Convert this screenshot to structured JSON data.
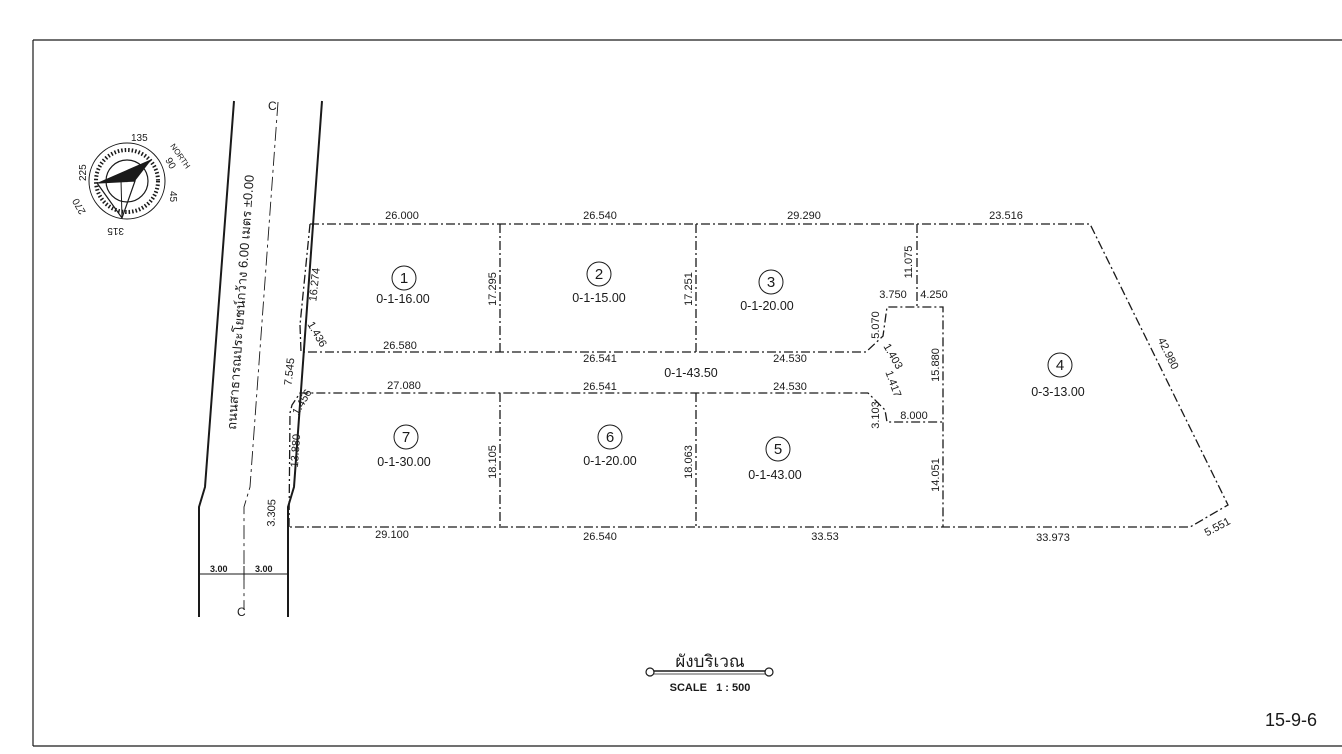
{
  "road_label": "ถนนสาธารณประโยชน์กว้าง 6.00 เมตร ±0.00",
  "centerline_top": "C",
  "centerline_bottom": "C",
  "road_half_left": "3.00",
  "road_half_right": "3.00",
  "compass": {
    "north": "NORTH",
    "d135": "135",
    "d90": "90",
    "d45": "45",
    "d225": "225",
    "d270": "270",
    "d315": "315"
  },
  "plots": [
    {
      "num": "1",
      "area": "0-1-16.00"
    },
    {
      "num": "2",
      "area": "0-1-15.00"
    },
    {
      "num": "3",
      "area": "0-1-20.00"
    },
    {
      "num": "4",
      "area": "0-3-13.00"
    },
    {
      "num": "5",
      "area": "0-1-43.00"
    },
    {
      "num": "6",
      "area": "0-1-20.00"
    },
    {
      "num": "7",
      "area": "0-1-30.00"
    }
  ],
  "access_road_area": "0-1-43.50",
  "dims": {
    "top_1": "26.000",
    "top_2": "26.540",
    "top_3": "29.290",
    "top_4": "23.516",
    "mid_upper_1": "26.580",
    "mid_upper_2": "26.541",
    "mid_upper_3": "24.530",
    "mid_lower_1": "27.080",
    "mid_lower_2": "26.541",
    "mid_lower_3": "24.530",
    "bottom_1": "29.100",
    "bottom_2": "26.540",
    "bottom_3": "33.53",
    "bottom_4": "33.973",
    "west_upper": "16.274",
    "west_chamfer_upper": "1.436",
    "west_access": "7.545",
    "west_chamfer_lower": "1.456",
    "west_lower": "13.880",
    "west_bottom": "3.305",
    "div_1_2": "17.295",
    "div_2_3": "17.251",
    "div_6_7": "18.105",
    "div_5_6": "18.063",
    "p3_east": "11.075",
    "step_left": "3.750",
    "step_right": "4.250",
    "notch_upper": "5.070",
    "chamfer_a": "1.403",
    "chamfer_b": "1.417",
    "notch_lower": "3.103",
    "notch_width": "8.000",
    "p4_west_upper": "15.880",
    "p4_west_lower": "14.051",
    "east_side": "42.980",
    "south_east": "5.551"
  },
  "title": "ผังบริเวณ",
  "scale": "SCALE   1 : 500",
  "page_mark": "15-9-6"
}
